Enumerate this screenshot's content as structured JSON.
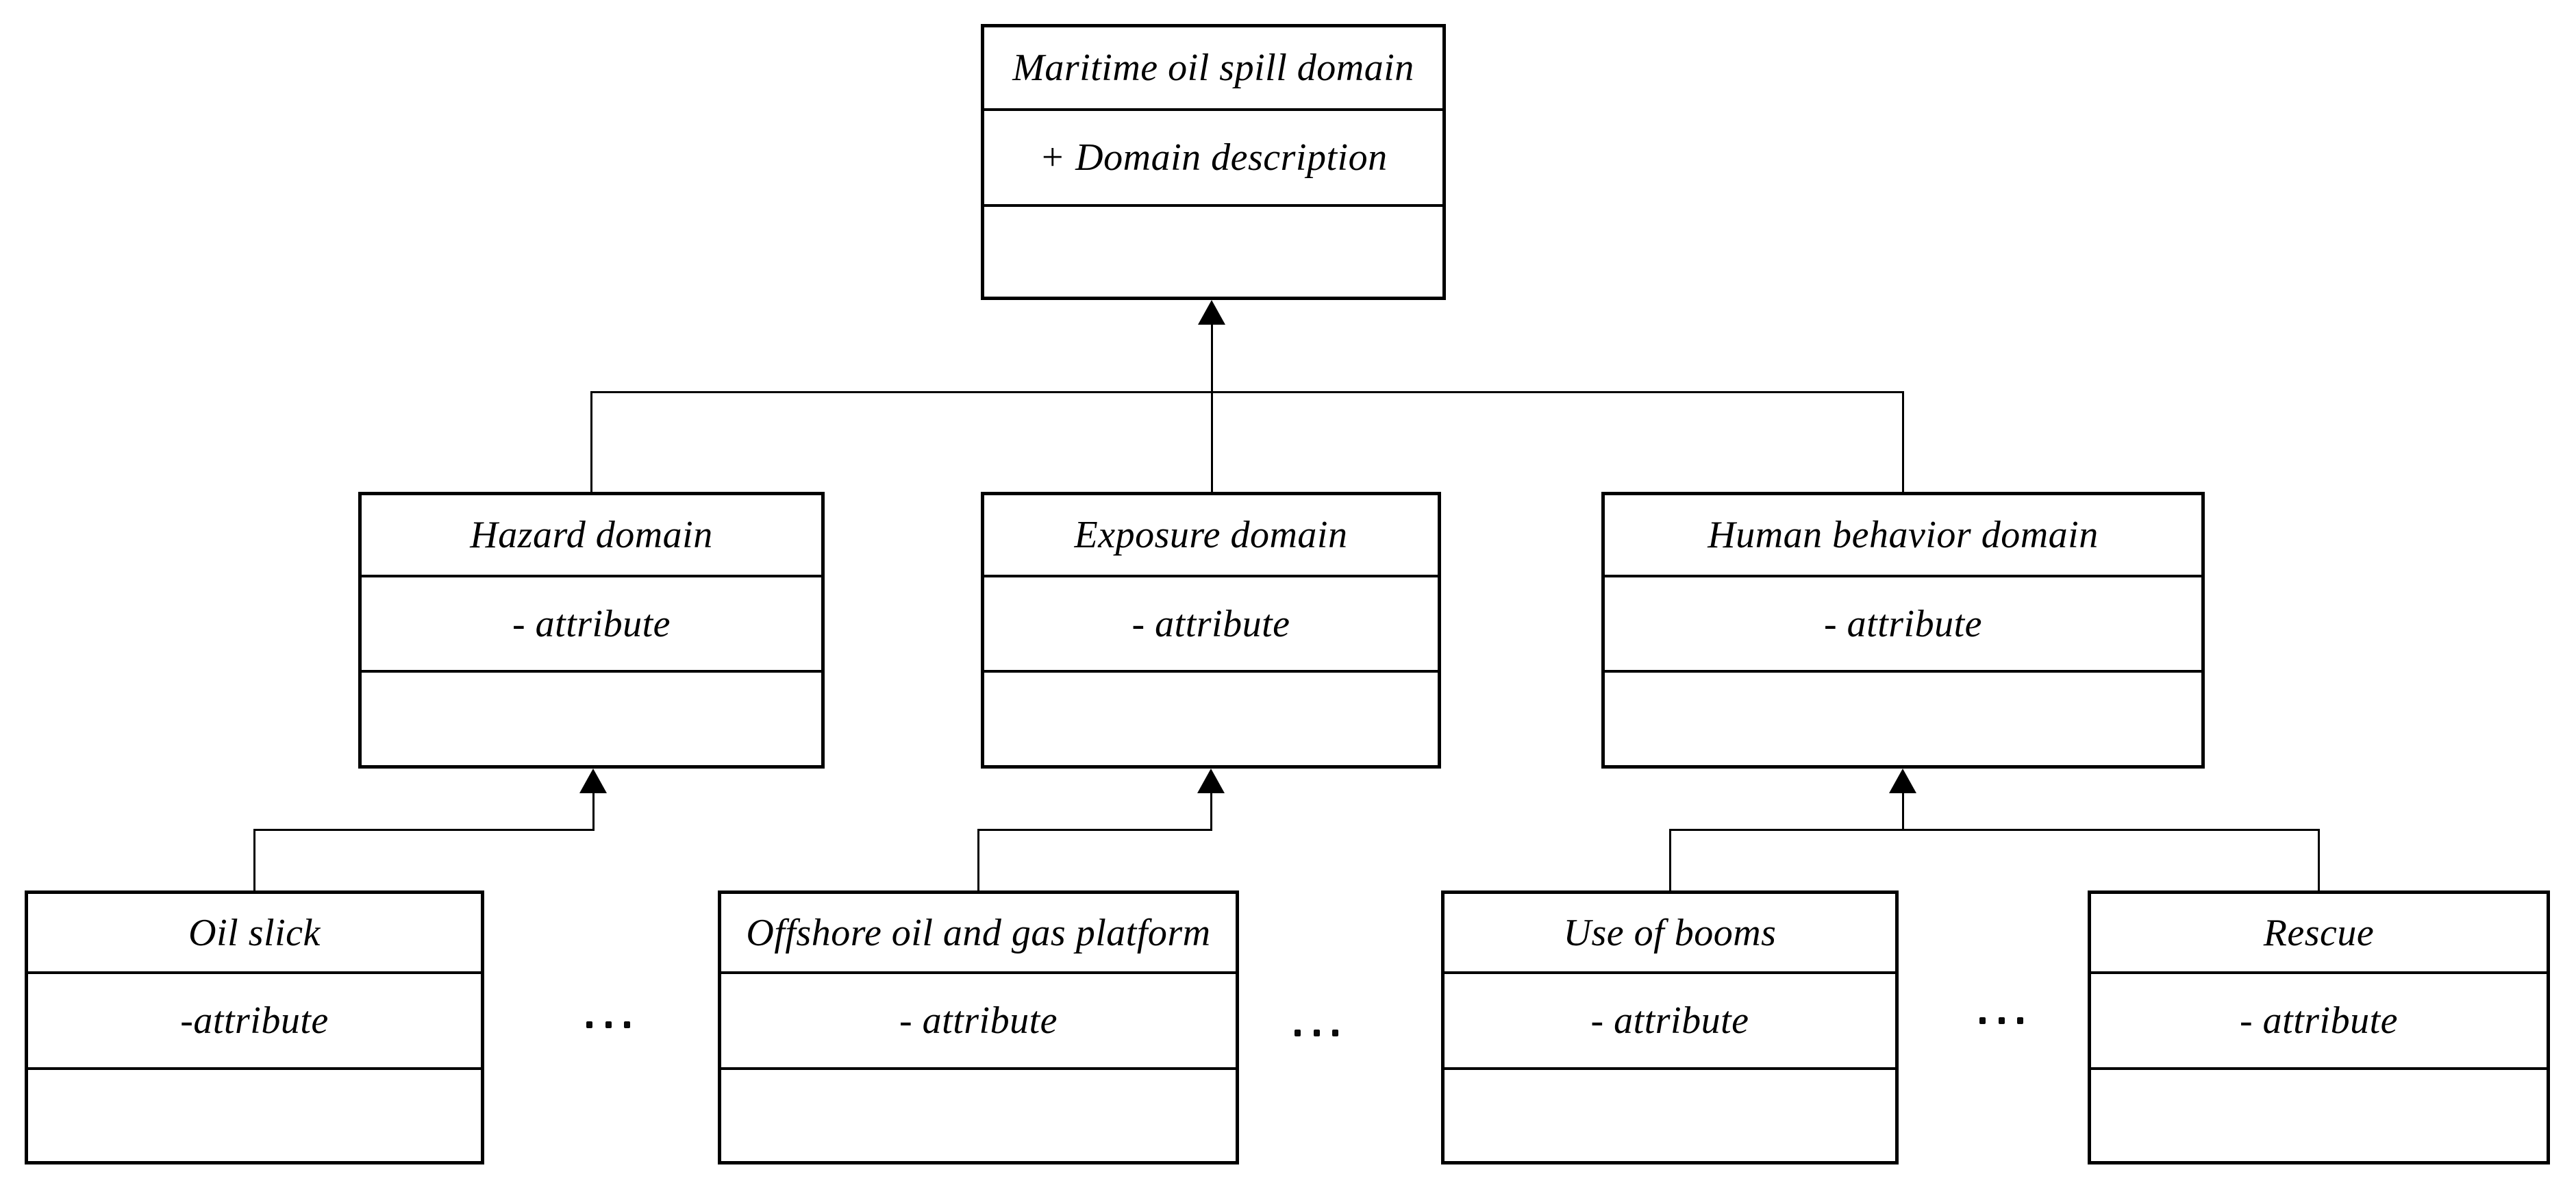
{
  "diagram": {
    "kind": "uml-class-diagram",
    "colors": {
      "background": "#ffffff",
      "line": "#000000",
      "text": "#000000"
    },
    "classes": {
      "maritime": {
        "name": "Maritime oil spill domain",
        "attribute": "+ Domain description",
        "operations": ""
      },
      "hazard": {
        "name": "Hazard domain",
        "attribute": "- attribute",
        "operations": ""
      },
      "exposure": {
        "name": "Exposure domain",
        "attribute": "- attribute",
        "operations": ""
      },
      "human": {
        "name": "Human behavior domain",
        "attribute": "- attribute",
        "operations": ""
      },
      "oilslick": {
        "name": "Oil slick",
        "attribute": "-attribute",
        "operations": ""
      },
      "offshore": {
        "name": "Offshore oil and gas platform",
        "attribute": "- attribute",
        "operations": ""
      },
      "booms": {
        "name": "Use of booms",
        "attribute": "- attribute",
        "operations": ""
      },
      "rescue": {
        "name": "Rescue",
        "attribute": "- attribute",
        "operations": ""
      }
    },
    "relationships": [
      {
        "from": "Hazard domain",
        "to": "Maritime oil spill domain",
        "type": "generalization"
      },
      {
        "from": "Exposure domain",
        "to": "Maritime oil spill domain",
        "type": "generalization"
      },
      {
        "from": "Human behavior domain",
        "to": "Maritime oil spill domain",
        "type": "generalization"
      },
      {
        "from": "Oil slick",
        "to": "Hazard domain",
        "type": "generalization"
      },
      {
        "from": "Offshore oil and gas platform",
        "to": "Exposure domain",
        "type": "generalization"
      },
      {
        "from": "Use of booms",
        "to": "Human behavior domain",
        "type": "generalization"
      },
      {
        "from": "Rescue",
        "to": "Human behavior domain",
        "type": "generalization"
      }
    ],
    "ellipsis_separators": [
      {
        "symbol": "...",
        "between": [
          "Oil slick",
          "Offshore oil and gas platform"
        ]
      },
      {
        "symbol": "...",
        "between": [
          "Offshore oil and gas platform",
          "Use of booms"
        ]
      },
      {
        "symbol": "...",
        "between": [
          "Use of booms",
          "Rescue"
        ]
      }
    ]
  }
}
